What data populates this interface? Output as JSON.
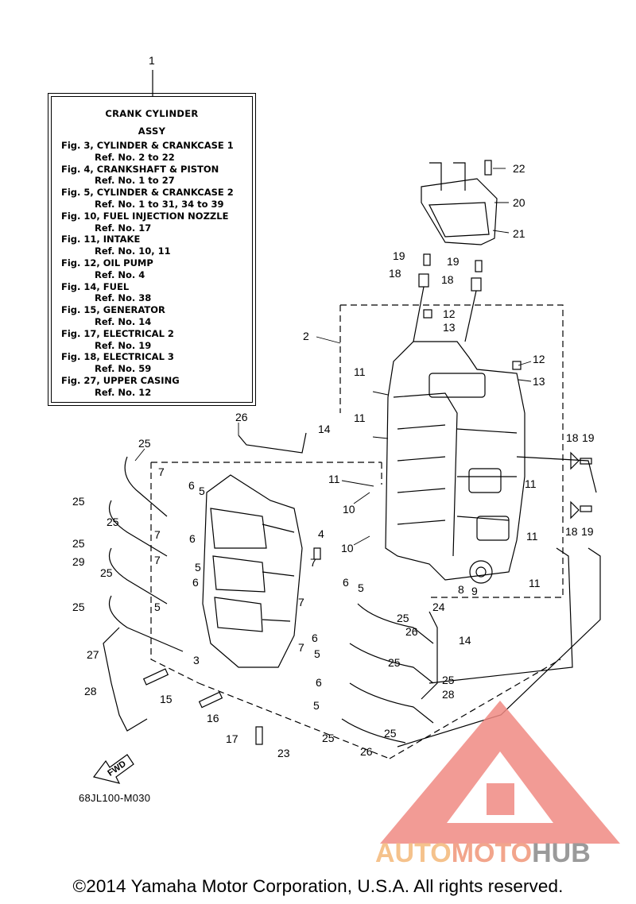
{
  "legend": {
    "ref_no": "1",
    "title_line1": "CRANK CYLINDER",
    "title_line2": "ASSY",
    "rows": [
      {
        "fig": "Fig. 3, CYLINDER & CRANKCASE 1",
        "ref": "Ref. No. 2 to 22"
      },
      {
        "fig": "Fig. 4, CRANKSHAFT & PISTON",
        "ref": "Ref. No. 1 to 27"
      },
      {
        "fig": "Fig. 5, CYLINDER & CRANKCASE 2",
        "ref": "Ref. No. 1 to 31, 34 to 39"
      },
      {
        "fig": "Fig. 10, FUEL INJECTION NOZZLE",
        "ref": "Ref. No. 17"
      },
      {
        "fig": "Fig. 11, INTAKE",
        "ref": "Ref. No. 10, 11"
      },
      {
        "fig": "Fig. 12, OIL PUMP",
        "ref": "Ref. No. 4"
      },
      {
        "fig": "Fig. 14, FUEL",
        "ref": "Ref. No. 38"
      },
      {
        "fig": "Fig. 15, GENERATOR",
        "ref": "Ref. No. 14"
      },
      {
        "fig": "Fig. 17, ELECTRICAL 2",
        "ref": "Ref. No. 19"
      },
      {
        "fig": "Fig. 18, ELECTRICAL 3",
        "ref": "Ref. No. 59"
      },
      {
        "fig": "Fig. 27, UPPER CASING",
        "ref": "Ref. No. 12"
      }
    ]
  },
  "callouts": [
    "22",
    "20",
    "21",
    "19",
    "18",
    "19",
    "18",
    "12",
    "13",
    "2",
    "12",
    "13",
    "11",
    "11",
    "14",
    "11",
    "10",
    "10",
    "26",
    "25",
    "7",
    "6",
    "5",
    "25",
    "25",
    "6",
    "7",
    "25",
    "29",
    "5",
    "7",
    "25",
    "6",
    "25",
    "5",
    "4",
    "7",
    "6",
    "5",
    "7",
    "24",
    "25",
    "26",
    "14",
    "6",
    "7",
    "5",
    "25",
    "25",
    "6",
    "28",
    "27",
    "28",
    "3",
    "15",
    "16",
    "5",
    "25",
    "17",
    "23",
    "25",
    "26",
    "8",
    "9",
    "11",
    "11",
    "18",
    "19",
    "18",
    "19",
    "11"
  ],
  "figure_code": "68JL100-M030",
  "fwd_label": "FWD",
  "copyright": "©2014 Yamaha Motor Corporation, U.S.A. All rights reserved.",
  "watermark": {
    "word_auto": "AUTO",
    "word_moto": "MOTO",
    "word_hub": "HUB",
    "colors": {
      "triangle": "#f08a82",
      "auto": "#f5c28c",
      "moto": "#f2a58c",
      "hub": "#9a9a9a"
    }
  }
}
